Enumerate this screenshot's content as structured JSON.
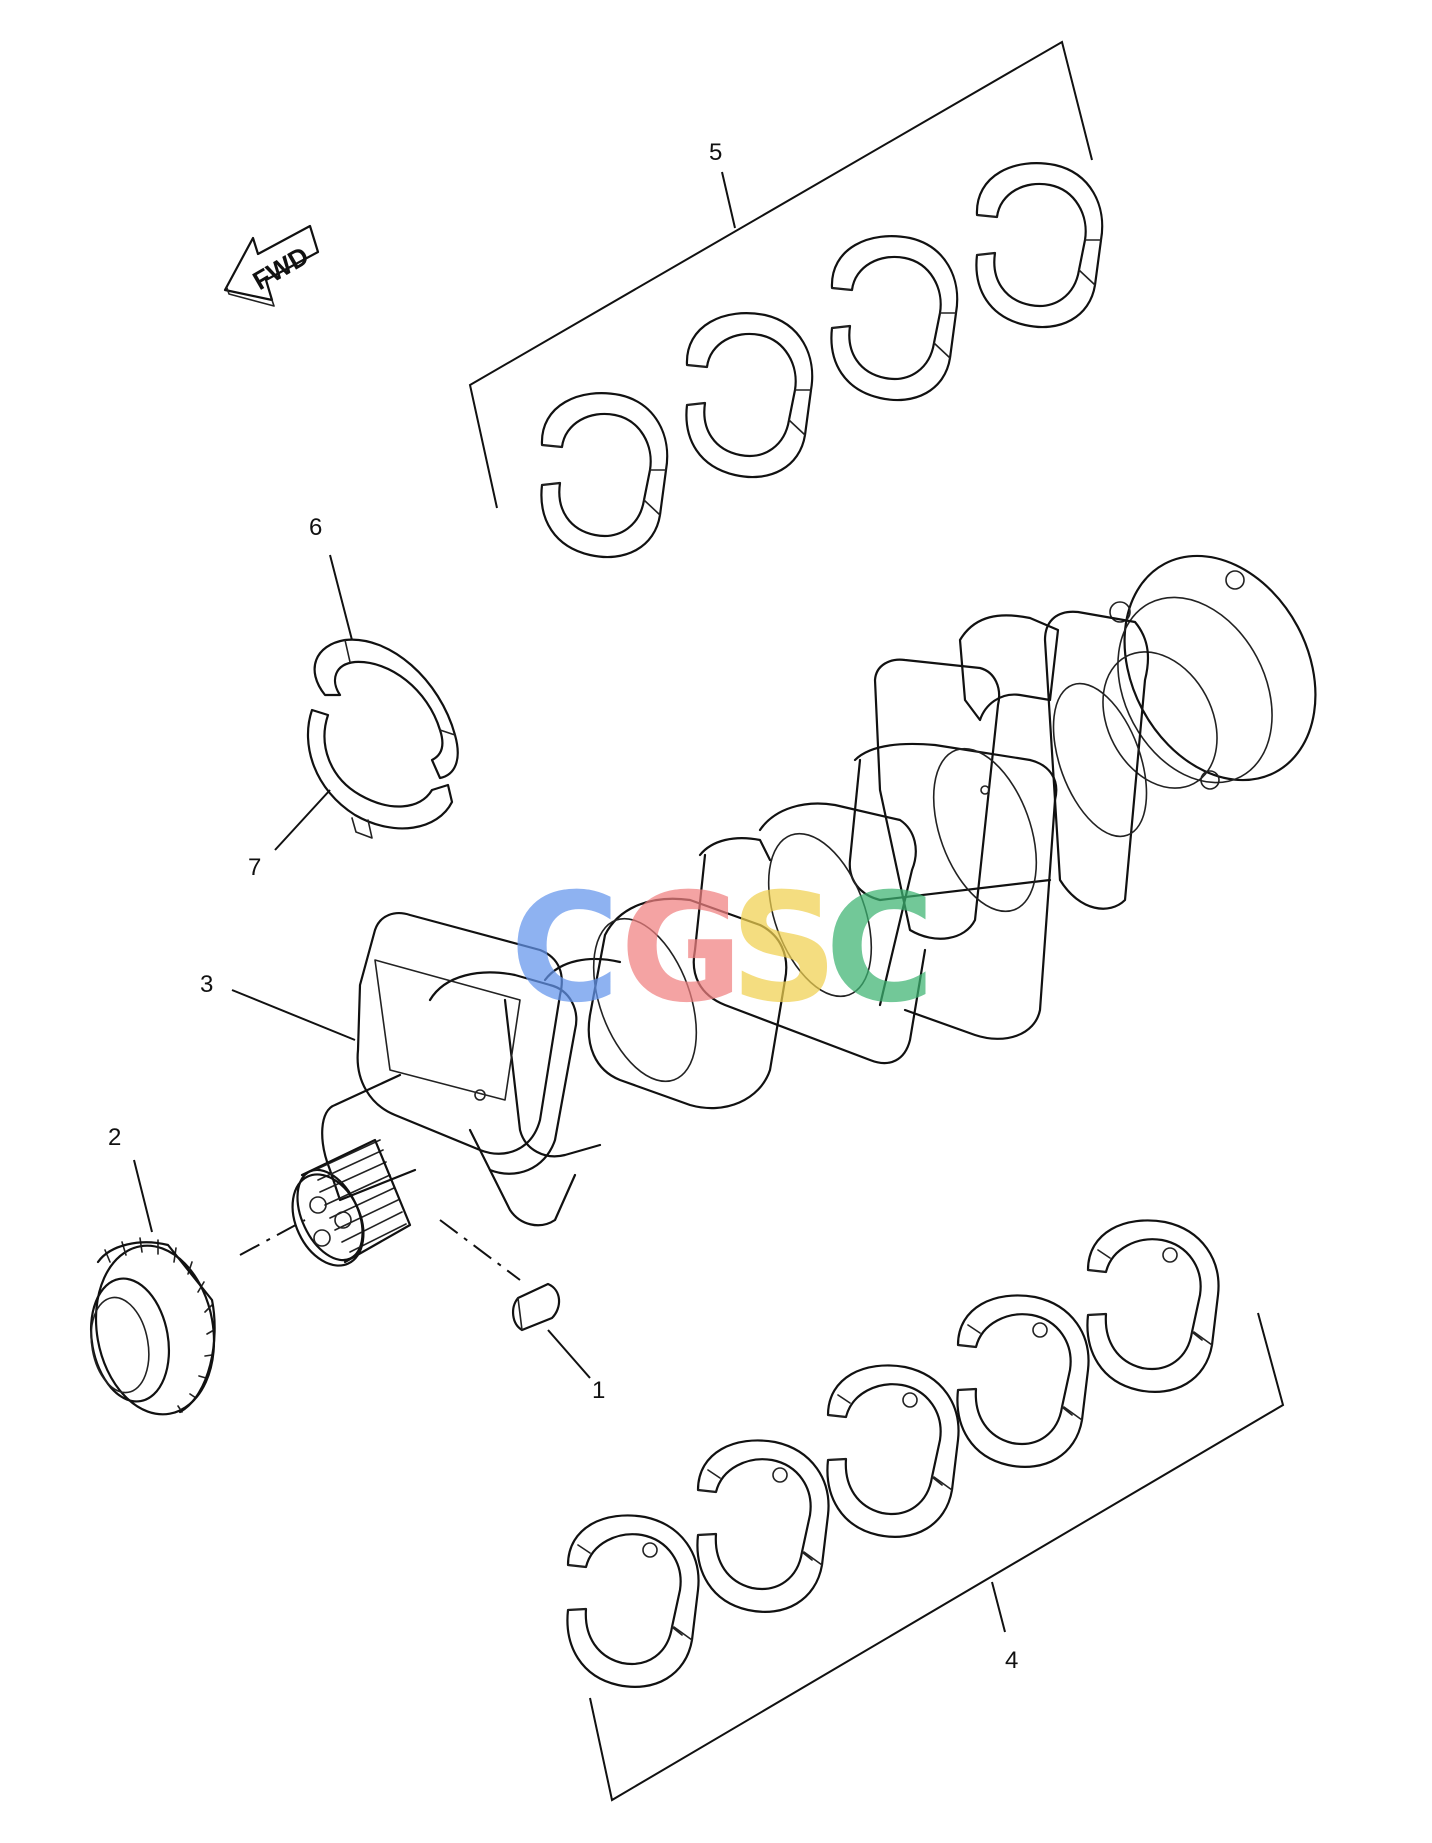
{
  "direction_indicator": {
    "label": "FWD"
  },
  "callouts": {
    "c1": "1",
    "c2": "2",
    "c3": "3",
    "c4": "4",
    "c5": "5",
    "c6": "6",
    "c7": "7"
  },
  "watermark": {
    "letters": [
      "C",
      "G",
      "S",
      "C"
    ],
    "colors": [
      "#6495ed",
      "#f08080",
      "#f0d050",
      "#3cb371"
    ]
  }
}
